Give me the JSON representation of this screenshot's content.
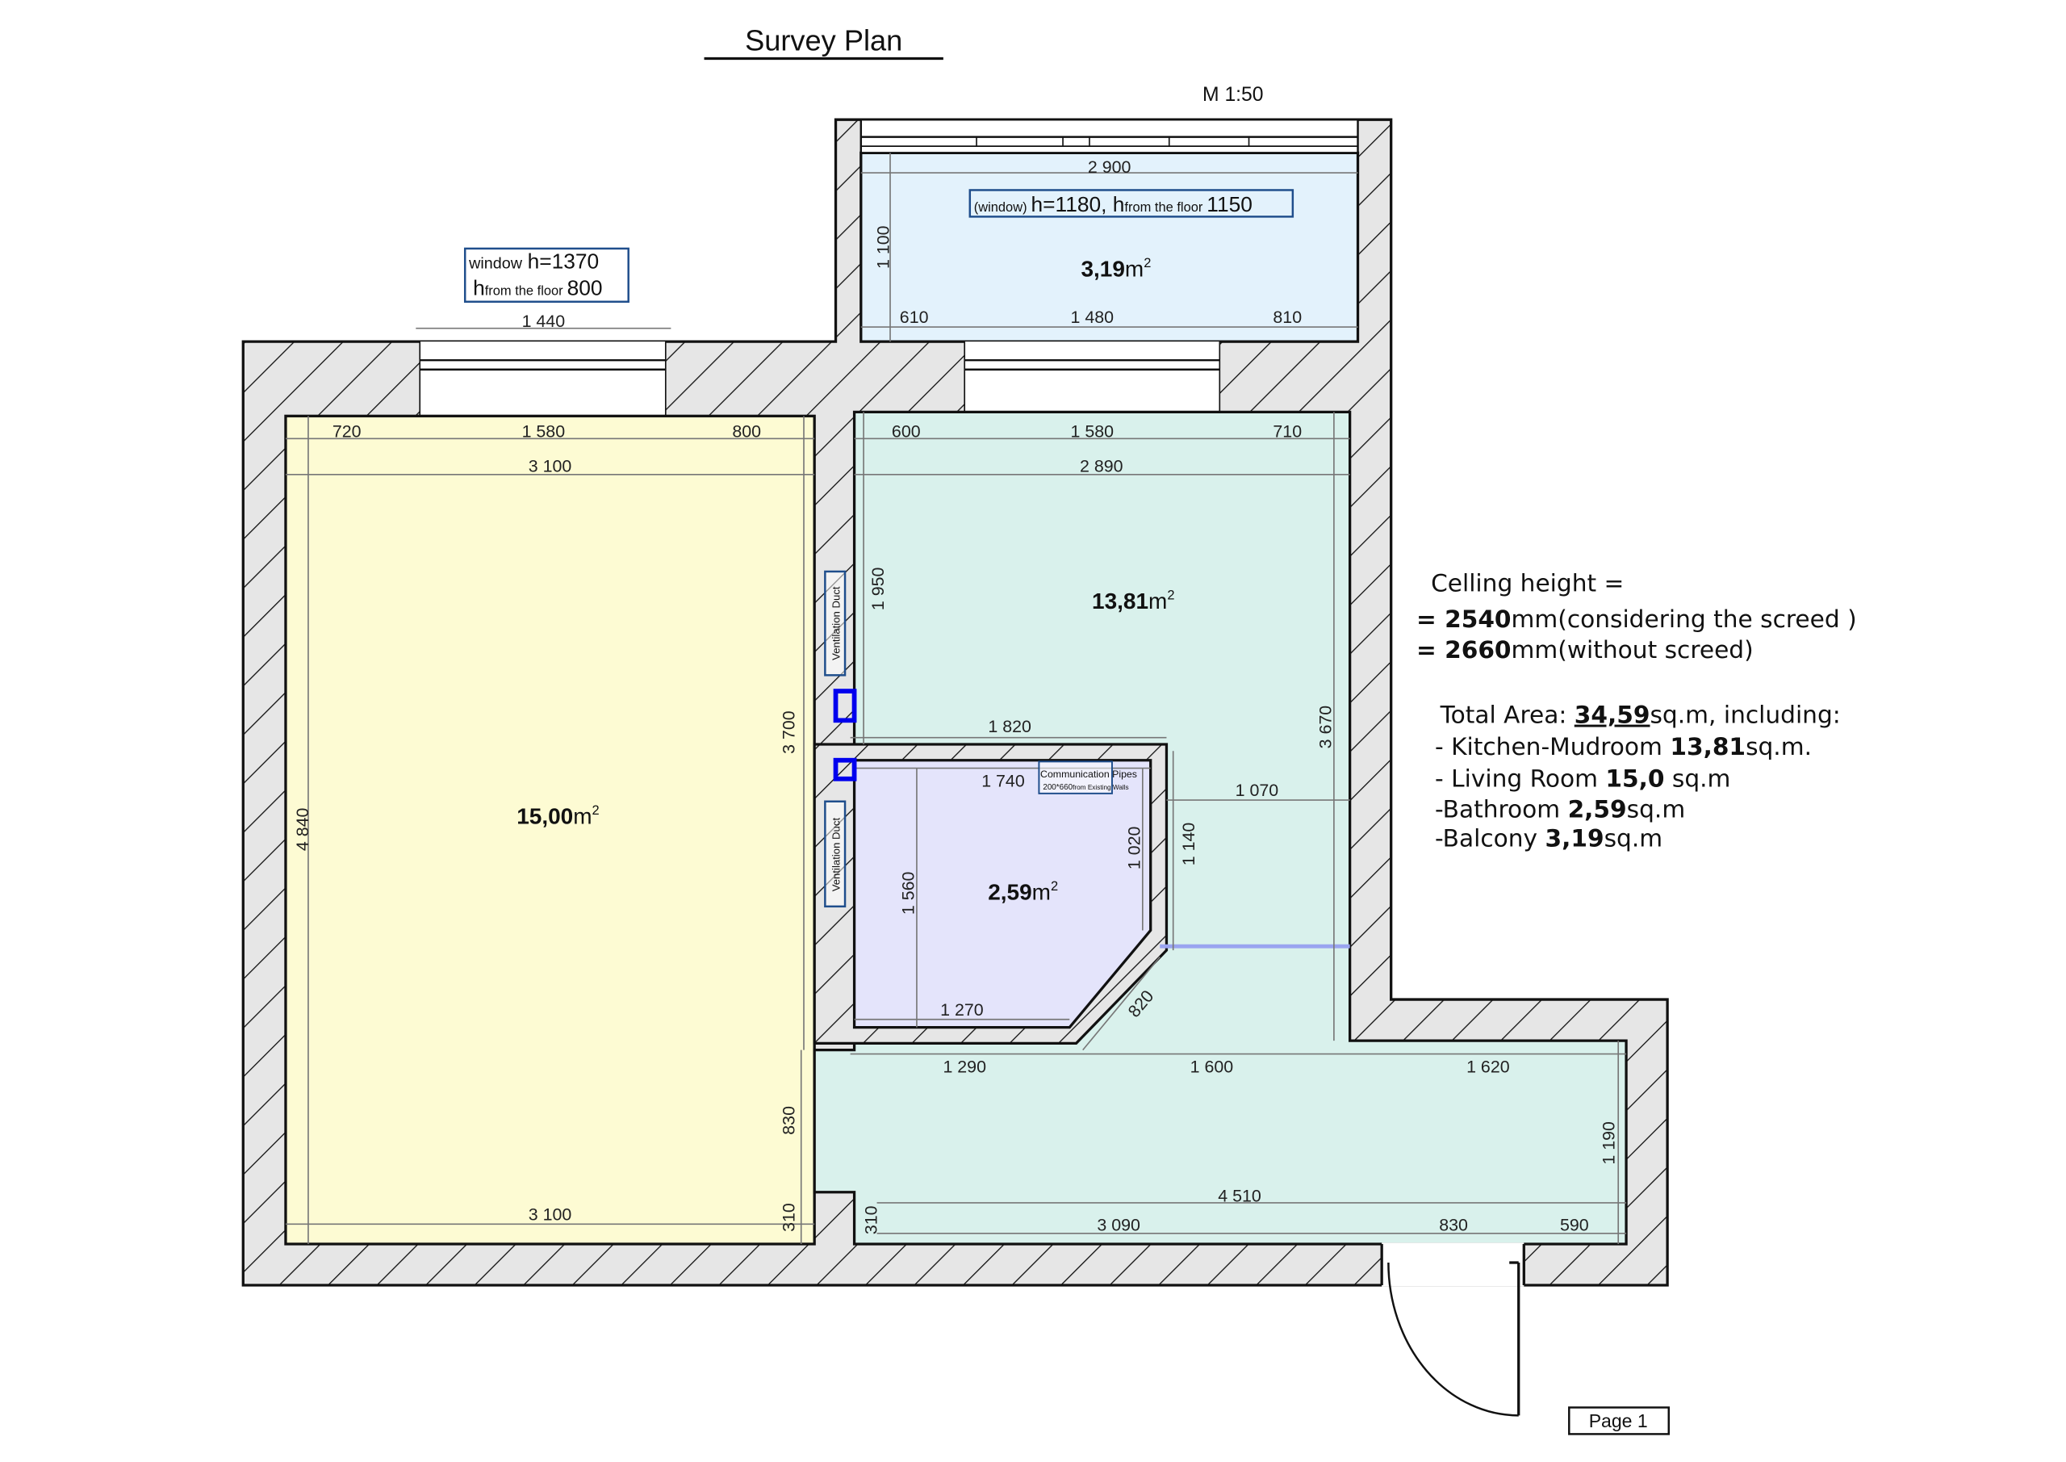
{
  "title": "Survey Plan",
  "scale": "M 1:50",
  "page_label": "Page 1",
  "colors": {
    "living": "#fdfbd3",
    "kitchen": "#d9f1ec",
    "bathroom": "#e4e4fb",
    "balcony": "#e3f2fc",
    "wall": "#e6e6e6",
    "marker": "#0000ee",
    "label_box": "#1f4e8c"
  },
  "rooms": {
    "living_area": "15,00",
    "kitchen_area": "13,81",
    "bathroom_area": "2,59",
    "balcony_area": "3,19",
    "unit": "m",
    "sup": "2"
  },
  "labels": {
    "living_window_line1_a": "window",
    "living_window_line1_b": "h=1370",
    "living_window_line2_a": "h",
    "living_window_line2_sub": "from the floor",
    "living_window_line2_b": "800",
    "balcony_window_a": "(window)",
    "balcony_window_b": "h=1180, h",
    "balcony_window_sub": "from the floor",
    "balcony_window_c": "1150",
    "vent_duct_1": "Ventilation Duct",
    "vent_duct_2": "Ventilation Duct",
    "pipes_title": "Communication Pipes",
    "pipes_size": "200*660",
    "pipes_note": "from Existing Walls"
  },
  "dims": {
    "win_1440": "1 440",
    "lr_720": "720",
    "lr_1580": "1 580",
    "lr_800": "800",
    "lr_3100_top": "3 100",
    "lr_3100_bottom": "3 100",
    "lr_4840": "4 840",
    "lr_3700": "3 700",
    "lr_830": "830",
    "lr_310": "310",
    "bal_2900": "2 900",
    "bal_1100": "1 100",
    "bal_610": "610",
    "bal_1480": "1 480",
    "bal_810": "810",
    "k_600": "600",
    "k_1580": "1 580",
    "k_710": "710",
    "k_2890": "2 890",
    "k_1950": "1 950",
    "k_3670": "3 670",
    "k_1820": "1 820",
    "k_1070": "1 070",
    "k_1140": "1 140",
    "k_1290": "1 290",
    "k_1600": "1 600",
    "k_1620": "1 620",
    "k_1190": "1 190",
    "k_4510": "4 510",
    "k_3090": "3 090",
    "k_830": "830",
    "k_590": "590",
    "k_310": "310",
    "k_820": "820",
    "b_1740": "1 740",
    "b_1020": "1 020",
    "b_1560": "1 560",
    "b_1270": "1 270"
  },
  "summary": {
    "ceiling_label": "Celling height =",
    "ceiling_1_prefix": "= ",
    "ceiling_1_value": "2540",
    "ceiling_1_suffix": "mm(considering the screed )",
    "ceiling_2_prefix": "= ",
    "ceiling_2_value": "2660",
    "ceiling_2_suffix": "mm(without screed)",
    "total_prefix": "Total Area: ",
    "total_value": "34,59",
    "total_suffix": "sq.m, including:",
    "items": [
      {
        "name": "- Kitchen-Mudroom ",
        "value": "13,81",
        "unit": "sq.m."
      },
      {
        "name": "- Living Room ",
        "value": "15,0",
        "unit": " sq.m"
      },
      {
        "name": "-Bathroom  ",
        "value": "2,59",
        "unit": "sq.m"
      },
      {
        "name": "-Balcony  ",
        "value": "3,19",
        "unit": "sq.m"
      }
    ]
  }
}
